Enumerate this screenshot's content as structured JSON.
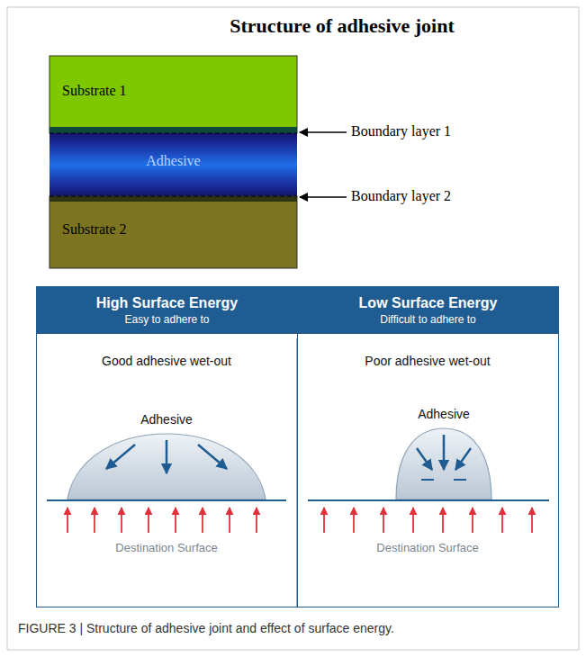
{
  "diagram": {
    "title": "Structure of adhesive joint",
    "caption": "FIGURE 3 | Structure of adhesive joint and effect of surface energy.",
    "nodes": [
      {
        "text": [
          "Substrate 1"
        ]
      },
      {
        "text": [
          "Adhesive"
        ]
      },
      {
        "text": [
          "Substrate 2"
        ]
      },
      {
        "text": [
          "High Surface Energy",
          "Easy to adhere to"
        ]
      },
      {
        "text": [
          "Low Surface Energy",
          "Difficult to adhere to"
        ]
      }
    ],
    "labels": [
      "Boundary layer 1",
      "Boundary layer 2",
      "Good adhesive wet-out",
      "Adhesive",
      "Destination Surface",
      "Poor adhesive wet-out",
      "Adhesive",
      "Destination Surface"
    ]
  }
}
